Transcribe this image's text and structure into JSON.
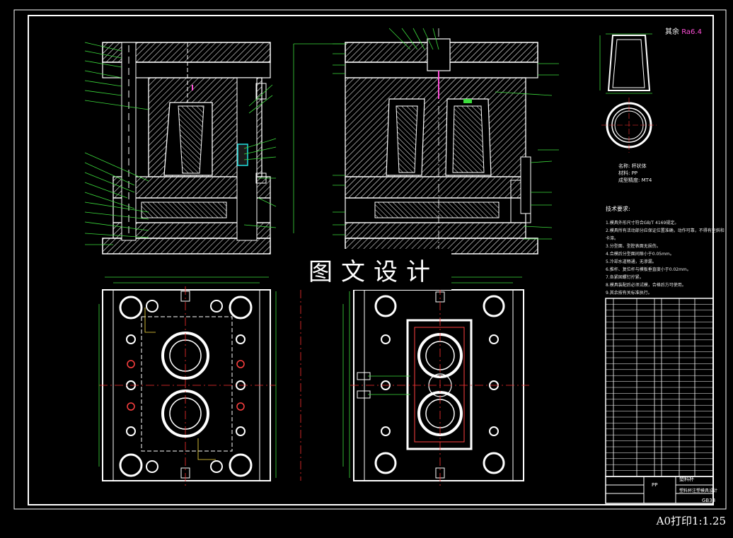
{
  "watermark": "图文设计",
  "print_note": "A0打印1:1.25",
  "roughness": {
    "prefix": "其余",
    "value": "Ra6.4"
  },
  "material": {
    "line1": "名称: 杯状体",
    "line2": "材料: PP",
    "line3": "成型精度: MT4"
  },
  "tech_requirements": {
    "title": "技术要求:",
    "items": [
      "1.模具外形尺寸符合GB/T 4169规定。",
      "2.模具所有活动部分应保证位置准确，动作可靠，不得有歪斜和卡滞。",
      "3.分型面、型腔表面无损伤。",
      "4.合模后分型面间隙小于0.05mm。",
      "5.冷却水道畅通，无渗漏。",
      "6.推杆、复位杆与模板垂直度小于0.02mm。",
      "7.各紧固螺钉拧紧。",
      "8.模具装配后必须试模，合格后方可使用。",
      "9.其余按有关标准执行。"
    ]
  },
  "bom_rows": 30,
  "title_block": {
    "material": "PP",
    "name": "塑料杯",
    "drawing_title": "塑料杯注塑模具设计",
    "code": "GB38"
  },
  "colors": {
    "background": "#000000",
    "line": "#ffffff",
    "leader": "#3cdc3c",
    "center": "#ff3030",
    "dim": "#ff4fd8",
    "blue": "#4aa8ff",
    "cyan": "#20e0e0"
  }
}
